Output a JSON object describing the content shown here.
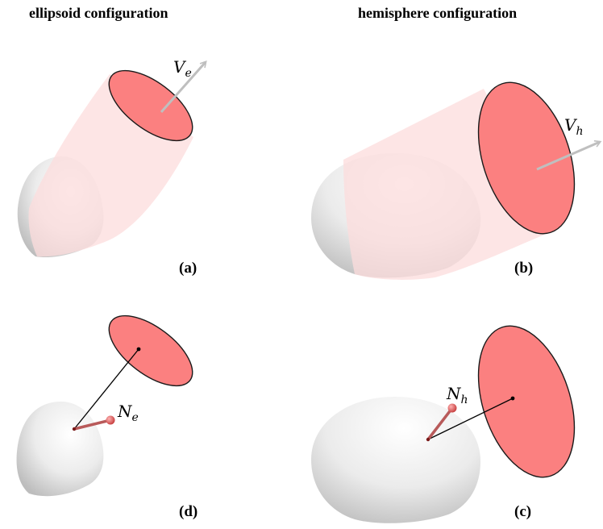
{
  "headings": {
    "left": "ellipsoid configuration",
    "right": "hemisphere configuration"
  },
  "panels": {
    "a": "(a)",
    "b": "(b)",
    "c": "(c)",
    "d": "(d)"
  },
  "symbols": {
    "ve_main": "V",
    "ve_sub": "e",
    "vh_main": "V",
    "vh_sub": "h",
    "ne_main": "N",
    "ne_sub": "e",
    "nh_main": "N",
    "nh_sub": "h"
  },
  "colors": {
    "disk_fill": "#fb8080",
    "cylinder_fill": "#fcdcdc",
    "shape_gray": "#e4e4e4"
  }
}
